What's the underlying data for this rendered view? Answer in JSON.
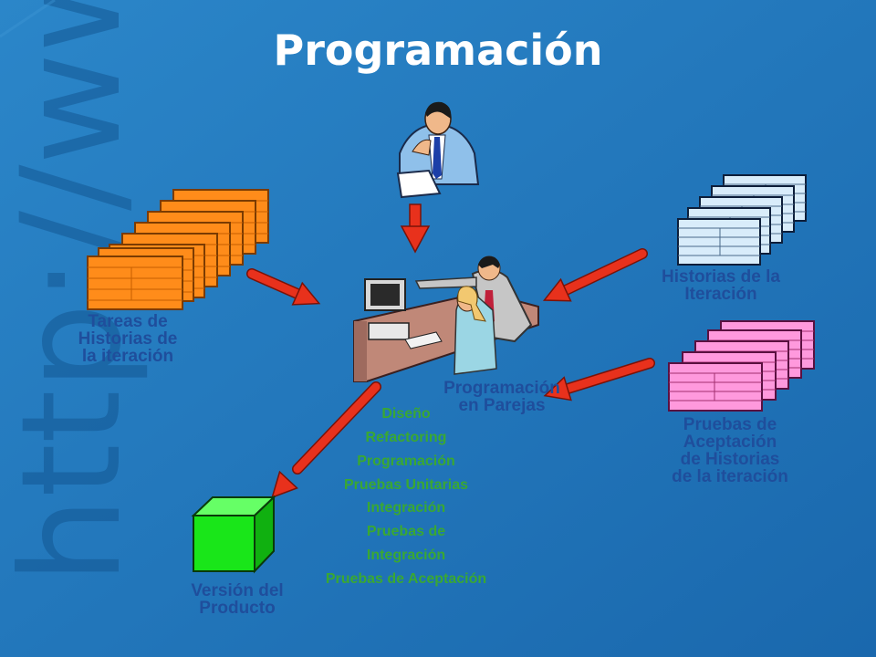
{
  "title": "Programación",
  "watermark": "http://www",
  "labels": {
    "tareas": [
      "Tareas de",
      "Historias de",
      "la iteración"
    ],
    "historias": [
      "Historias de la",
      "Iteración"
    ],
    "programacion_parejas": [
      "Programación",
      "en Parejas"
    ],
    "pruebas_aceptacion": [
      "Pruebas de",
      "Aceptación",
      "de Historias",
      "de la iteración"
    ],
    "version": [
      "Versión del",
      "Producto"
    ]
  },
  "activities": [
    "Diseño",
    "Refactoring",
    "Programación",
    "Pruebas Unitarias",
    "Integración",
    "Pruebas de",
    "Integración",
    "Pruebas de Aceptación"
  ],
  "colors": {
    "background": "#1f73b8",
    "label_blue": "#1f4e9c",
    "label_green": "#3aa832",
    "orange_doc": "#ff8c1a",
    "blue_doc": "#d8ecfa",
    "pink_doc": "#ff99dd",
    "arrow_red": "#e8311c",
    "cube_green": "#19e619"
  },
  "icons": [
    "thinking-man-icon",
    "pair-programmers-icon",
    "product-cube-icon"
  ]
}
